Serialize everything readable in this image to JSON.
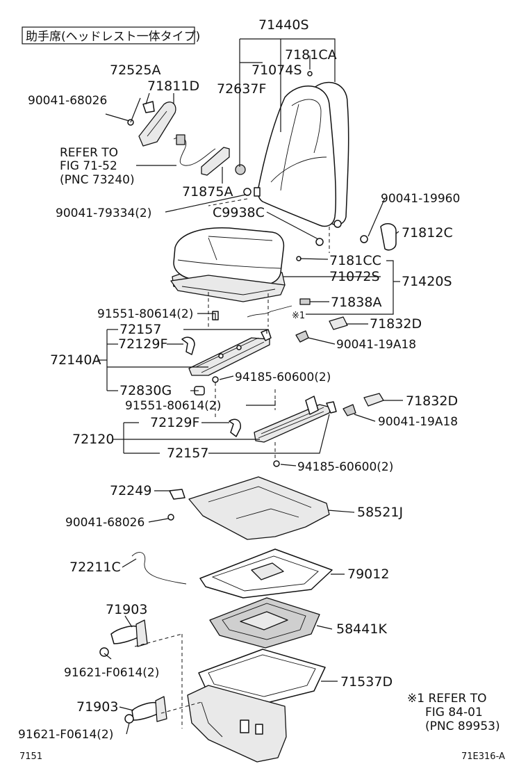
{
  "header_note": "助手席(ヘッドレスト一体タイプ)",
  "labels": {
    "p71440S": "71440S",
    "p7181CA": "7181CA",
    "p71074S": "71074S",
    "p72525A": "72525A",
    "p71811D": "71811D",
    "p72637F": "72637F",
    "p90041_68026_top": "90041-68026",
    "refer1": "REFER TO",
    "refer2": "FIG 71-52",
    "refer3": "(PNC 73240)",
    "p71875A": "71875A",
    "p90041_19960": "90041-19960",
    "p90041_79334": "90041-79334(2)",
    "pC9938C": "C9938C",
    "p71812C": "71812C",
    "p7181CC": "7181CC",
    "p71072S": "71072S",
    "p71420S": "71420S",
    "p71838A": "71838A",
    "p91551_a": "91551-80614(2)",
    "mark1": "※1",
    "p71832D_a": "71832D",
    "p72157_a": "72157",
    "p72129F_a": "72129F",
    "p90041_19A18_a": "90041-19A18",
    "p72140A": "72140A",
    "p94185_a": "94185-60600(2)",
    "p72830G": "72830G",
    "p91551_b": "91551-80614(2)",
    "p71832D_b": "71832D",
    "p72129F_b": "72129F",
    "p90041_19A18_b": "90041-19A18",
    "p72120": "72120",
    "p72157_b": "72157",
    "p94185_b": "94185-60600(2)",
    "p72249": "72249",
    "p90041_68026_b": "90041-68026",
    "p58521J": "58521J",
    "p72211C": "72211C",
    "p79012": "79012",
    "p71903_a": "71903",
    "p58441K": "58441K",
    "p91621_a": "91621-F0614(2)",
    "p71537D": "71537D",
    "p71903_b": "71903",
    "p91621_b": "91621-F0614(2)",
    "note_refer1": "※1 REFER TO",
    "note_refer2": "FIG 84-01",
    "note_refer3": "(PNC 89953)",
    "footer_left": "7151",
    "footer_right": "71E316-A"
  }
}
